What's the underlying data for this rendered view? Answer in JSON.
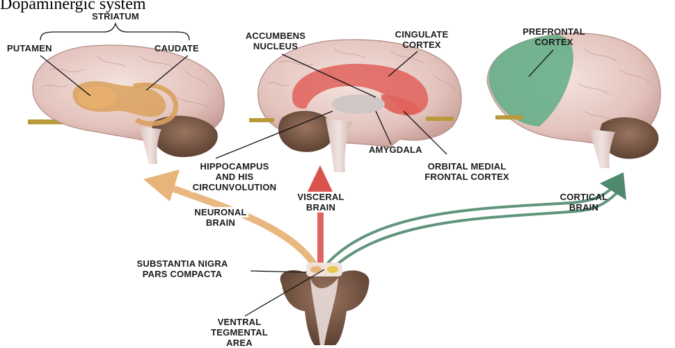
{
  "caption": "Dopaminergic system",
  "labels": {
    "striatum": "STRIATUM",
    "putamen": "PUTAMEN",
    "caudate": "CAUDATE",
    "accumbens_1": "ACCUMBENS",
    "accumbens_2": "NUCLEUS",
    "cingulate_1": "CINGULATE",
    "cingulate_2": "CORTEX",
    "prefrontal_1": "PREFRONTAL",
    "prefrontal_2": "CORTEX",
    "hippocampus_1": "HIPPOCAMPUS",
    "hippocampus_2": "AND HIS",
    "hippocampus_3": "CIRCUNVOLUTION",
    "amygdala": "AMYGDALA",
    "orbital_1": "ORBITAL MEDIAL",
    "orbital_2": "FRONTAL CORTEX",
    "neuronal_1": "NEURONAL",
    "neuronal_2": "BRAIN",
    "visceral_1": "VISCERAL",
    "visceral_2": "BRAIN",
    "cortical_1": "CORTICAL",
    "cortical_2": "BRAIN",
    "snpc_1": "SUBSTANTIA NIGRA",
    "snpc_2": "PARS COMPACTA",
    "vta_1": "VENTRAL",
    "vta_2": "TEGMENTAL",
    "vta_3": "AREA"
  },
  "colors": {
    "neuronal_pathway": "#e8b47a",
    "visceral_pathway": "#d9534f",
    "cortical_pathway": "#4f8a6e",
    "brain_tissue": "#e6c9c4",
    "cerebellum": "#7a5a46",
    "striatum_highlight": "#d9a15e",
    "limbic_highlight": "#e0605a",
    "prefrontal_highlight": "#5fae86"
  }
}
